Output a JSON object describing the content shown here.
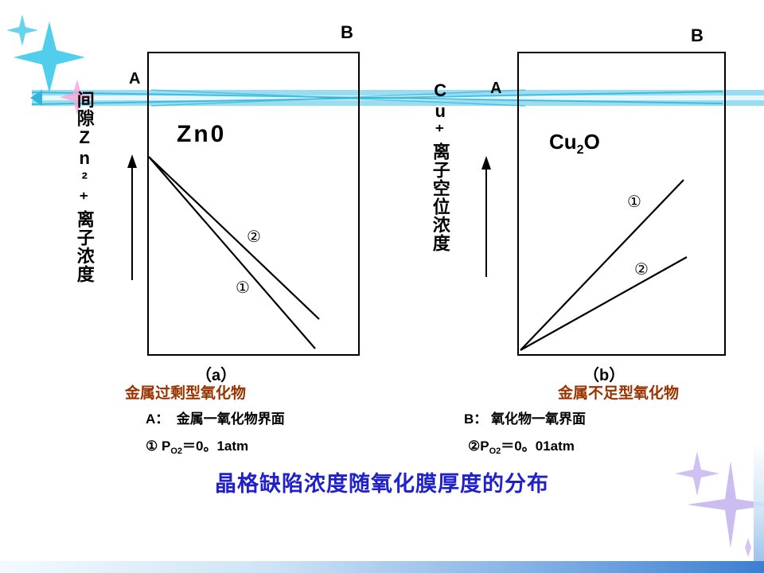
{
  "slide": {
    "title": "晶格缺陷浓度随氧化膜厚度的分布"
  },
  "colors": {
    "title_blue": "#2121cc",
    "caption_brown": "#993300",
    "band_blue": "#9adcf0",
    "band_highlight": "#e6f8fd",
    "band_line": "#2fb7dc",
    "sparkle_cyan": "#3ec9e9",
    "sparkle_pink": "#f2a8d8",
    "sparkle_lavender": "#c7b6ef",
    "edge_blue": "#3c7fd0",
    "curve_black": "#000000"
  },
  "left_panel": {
    "top_right_label": "B",
    "interface_label": "A",
    "axis_label": "间隙Zn²⁺离子浓度",
    "compound": "Zn0",
    "curve_labels": {
      "upper": "②",
      "lower": "①"
    },
    "caption": "（a）",
    "type_label": "金属过剩型氧化物"
  },
  "right_panel": {
    "top_right_label": "B",
    "interface_label": "A",
    "axis_label": "Cu⁺离子空位浓度",
    "compound": {
      "base": "Cu",
      "sub": "2",
      "tail": "O"
    },
    "curve_labels": {
      "upper": "①",
      "lower": "②"
    },
    "caption": "（b）",
    "type_label": "金属不足型氧化物"
  },
  "legend": {
    "left_interface_note": "A：  金属一氧化物界面",
    "right_interface_note": "B： 氧化物一氧界面",
    "left_pressure": {
      "pre": "① P",
      "sub": "O2",
      "post": "＝0。1atm"
    },
    "right_pressure": {
      "pre": "②P",
      "sub": "O2",
      "post": "＝0。01atm"
    }
  }
}
